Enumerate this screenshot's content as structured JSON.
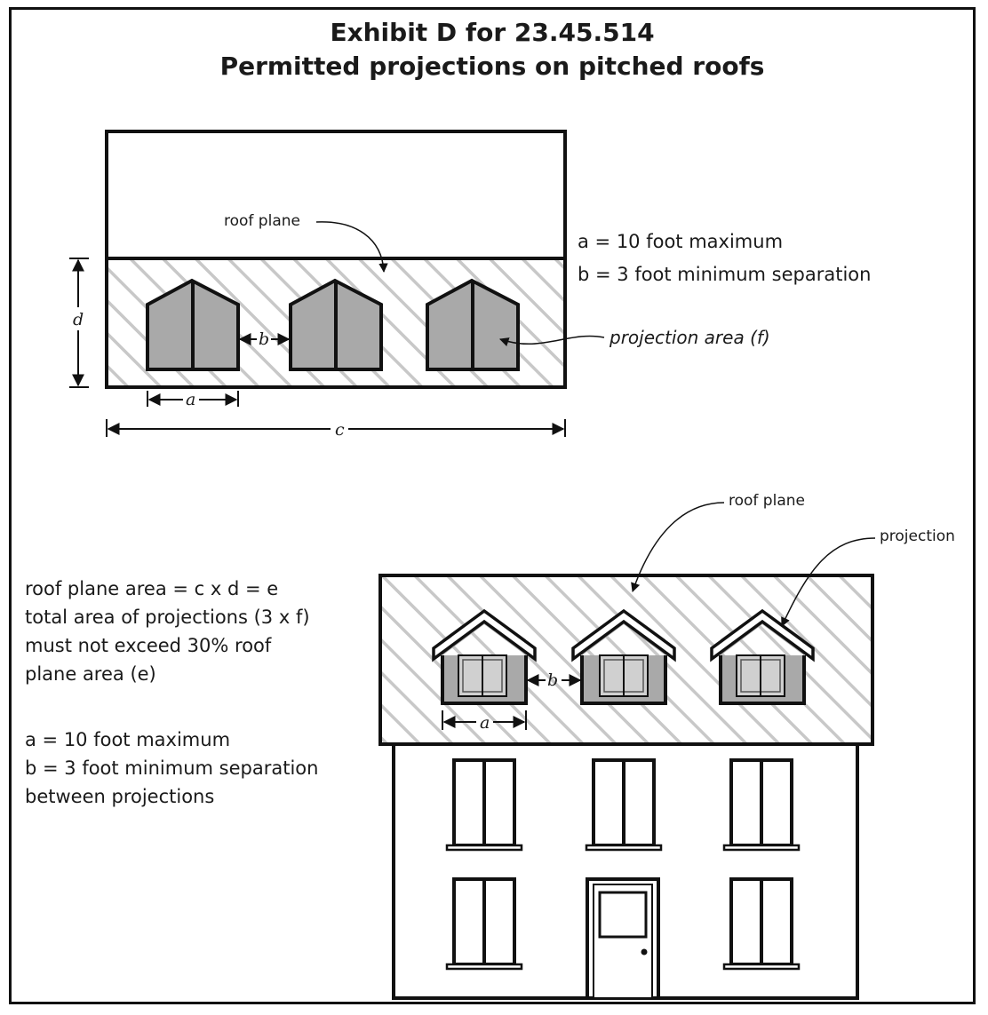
{
  "title": {
    "line1": "Exhibit D for 23.45.514",
    "line2": "Permitted projections on pitched roofs"
  },
  "top_diagram": {
    "roof_plane_label": "roof plane",
    "projection_area_label": "projection area (f)",
    "dim_a": "a",
    "dim_b": "b",
    "dim_c": "c",
    "dim_d": "d",
    "rule_a": "a = 10 foot maximum",
    "rule_b": "b = 3 foot minimum separation"
  },
  "bottom_diagram": {
    "roof_plane_label": "roof plane",
    "projection_label": "projection",
    "dim_a": "a",
    "dim_b": "b"
  },
  "notes": {
    "line1": "roof plane area = c x d = e",
    "line2": "total area of projections (3 x f)",
    "line3": "must not exceed 30% roof",
    "line4": "plane area (e)",
    "line5": "a = 10 foot maximum",
    "line6": "b = 3 foot minimum separation",
    "line7": "between projections"
  },
  "colors": {
    "stroke": "#111111",
    "hatch": "#c8c8c8",
    "projection_fill": "#a9a9a9",
    "window_fill": "#d0d0d0"
  }
}
